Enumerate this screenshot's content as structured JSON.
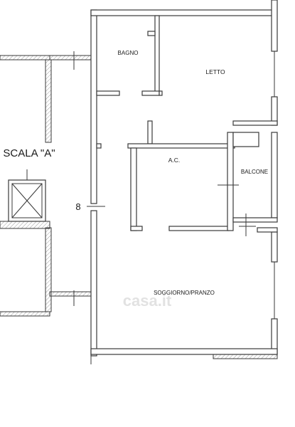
{
  "plan": {
    "rooms": {
      "bagno": "BAGNO",
      "letto": "LETTO",
      "ac": "A.C.",
      "balcone": "BALCONE",
      "soggiorno": "SOGGIORNO/PRANZO"
    },
    "stair_label": "SCALA \"A\"",
    "unit_number": "8",
    "watermark": "casa.it"
  }
}
